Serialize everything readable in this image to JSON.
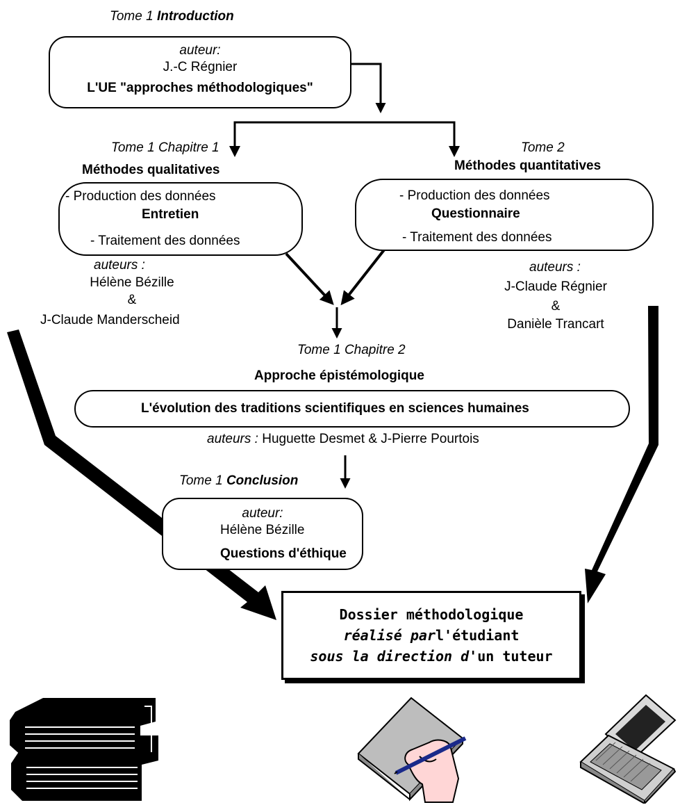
{
  "intro": {
    "tome": "Tome 1",
    "title": "Introduction",
    "auteur_label": "auteur:",
    "auteur": "J.-C Régnier",
    "subject": "L'UE \"approches méthodologiques\""
  },
  "qual": {
    "tome": "Tome 1 Chapitre 1",
    "title": "Méthodes qualitatives",
    "line1": "- Production  des données",
    "line2": "Entretien",
    "line3": "- Traitement  des données",
    "auteurs_label": "auteurs :",
    "author1": "Hélène Bézille",
    "amp": "&",
    "author2": "J-Claude Manderscheid"
  },
  "quant": {
    "tome": "Tome 2",
    "title": "Méthodes quantitatives",
    "line1": "- Production  des données",
    "line2": "Questionnaire",
    "line3": "- Traitement  des données",
    "auteurs_label": "auteurs :",
    "author1": "J-Claude Régnier",
    "amp": "&",
    "author2": "Danièle Trancart"
  },
  "epist": {
    "tome": "Tome 1 Chapitre 2",
    "title": "Approche épistémologique",
    "box_text": "L'évolution des traditions scientifiques en sciences humaines",
    "auteurs_label": "auteurs :",
    "auteurs": "Huguette Desmet & J-Pierre Pourtois"
  },
  "concl": {
    "tome": "Tome 1",
    "title": "Conclusion",
    "auteur_label": "auteur:",
    "auteur": "Hélène Bézille",
    "subject": "Questions d'éthique"
  },
  "dossier": {
    "line1": "Dossier méthodologique",
    "line2_italic": "réalisé par",
    "line2_rest": "l'étudiant",
    "line3_italic": "sous la direction d'",
    "line3_rest": "un tuteur"
  },
  "icons": [
    "books-icon",
    "writing-hand-icon",
    "laptop-icon"
  ]
}
